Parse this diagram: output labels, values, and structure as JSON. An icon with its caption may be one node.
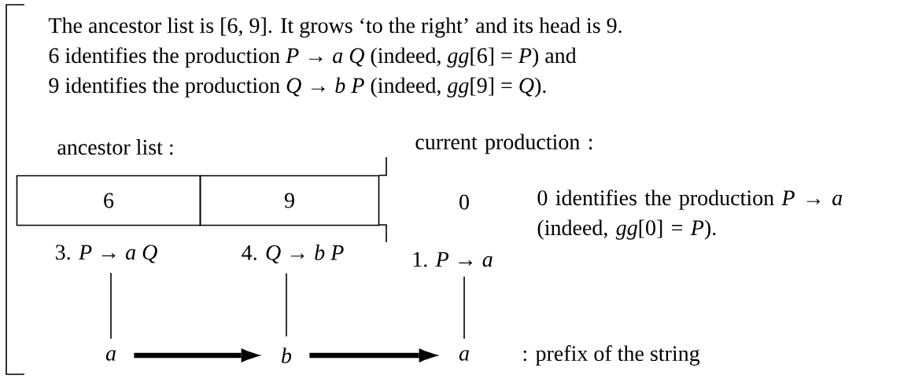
{
  "diagram": {
    "nodes": [
      {
        "text": [
          "6"
        ]
      },
      {
        "text": [
          "9"
        ]
      },
      {
        "text": [
          "3.  *P* → *a Q*"
        ]
      },
      {
        "text": [
          "4.  *Q* → *b P*"
        ]
      },
      {
        "text": [
          "1.  *P* → *a*"
        ]
      },
      {
        "text": [
          "*a*"
        ]
      },
      {
        "text": [
          "*b*"
        ]
      },
      {
        "text": [
          "*a*"
        ]
      }
    ],
    "edges": [
      {
        "from": 2,
        "to": 5,
        "arrow": "none"
      },
      {
        "from": 3,
        "to": 6,
        "arrow": "none"
      },
      {
        "from": 4,
        "to": 7,
        "arrow": "none"
      },
      {
        "from": 5,
        "to": 6,
        "arrow": "to",
        "style": "thick"
      },
      {
        "from": 6,
        "to": 7,
        "arrow": "to",
        "style": "thick"
      }
    ],
    "labels": [
      "The ancestor list is [6, 9]. It grows ‘to the right’ and its head is 9.",
      "6 identifies the production *P* → *a Q* (indeed, *gg*[6] = *P*) and",
      "9 identifies the production *Q* → *b P* (indeed, *gg*[9] = *Q*).",
      "ancestor list :",
      "current production :",
      "0",
      "0 identifies the production *P* → *a* (indeed, *gg*[0] = *P*).",
      ": prefix of the string"
    ]
  }
}
